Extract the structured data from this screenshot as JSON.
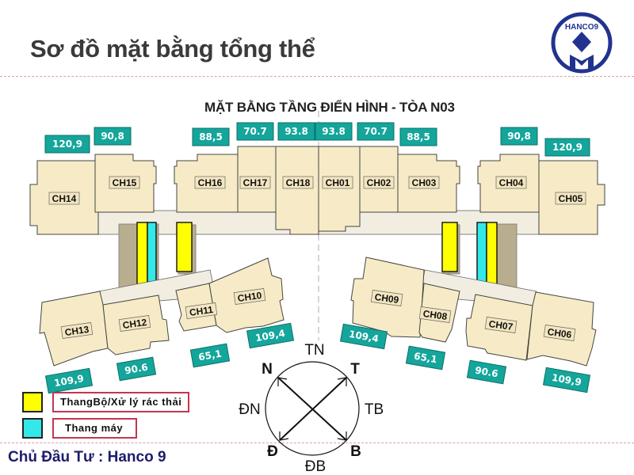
{
  "header": {
    "title": "Sơ đồ mặt bằng tổng thể",
    "logo_text": "HANCO9"
  },
  "plan": {
    "title": "MẶT BẰNG TẦNG ĐIỂN HÌNH - TÒA N03",
    "apartments": [
      {
        "id": "CH01",
        "area": "93.8"
      },
      {
        "id": "CH02",
        "area": "70.7"
      },
      {
        "id": "CH03",
        "area": "88,5"
      },
      {
        "id": "CH04",
        "area": "90,8"
      },
      {
        "id": "CH05",
        "area": "120,9"
      },
      {
        "id": "CH06",
        "area": "109,9"
      },
      {
        "id": "CH07",
        "area": "90.6"
      },
      {
        "id": "CH08",
        "area": "65,1"
      },
      {
        "id": "CH09",
        "area": "109,4"
      },
      {
        "id": "CH10",
        "area": "109,4"
      },
      {
        "id": "CH11",
        "area": "65,1"
      },
      {
        "id": "CH12",
        "area": "90.6"
      },
      {
        "id": "CH13",
        "area": "109,9"
      },
      {
        "id": "CH14",
        "area": "120,9"
      },
      {
        "id": "CH15",
        "area": "90,8"
      },
      {
        "id": "CH16",
        "area": "88,5"
      },
      {
        "id": "CH17",
        "area": "70.7"
      },
      {
        "id": "CH18",
        "area": "93.8"
      }
    ]
  },
  "legend": [
    {
      "label": "ThangBộ/Xử lý rác thải",
      "color": "#ffff00"
    },
    {
      "label": "Thang máy",
      "color": "#33e8e8"
    }
  ],
  "compass": {
    "TN": "TN",
    "N": "N",
    "T": "T",
    "DN": "ĐN",
    "TB": "TB",
    "D": "Đ",
    "B": "B",
    "DB": "ĐB"
  },
  "footer": {
    "investor": "Chủ Đầu Tư : Hanco 9"
  }
}
